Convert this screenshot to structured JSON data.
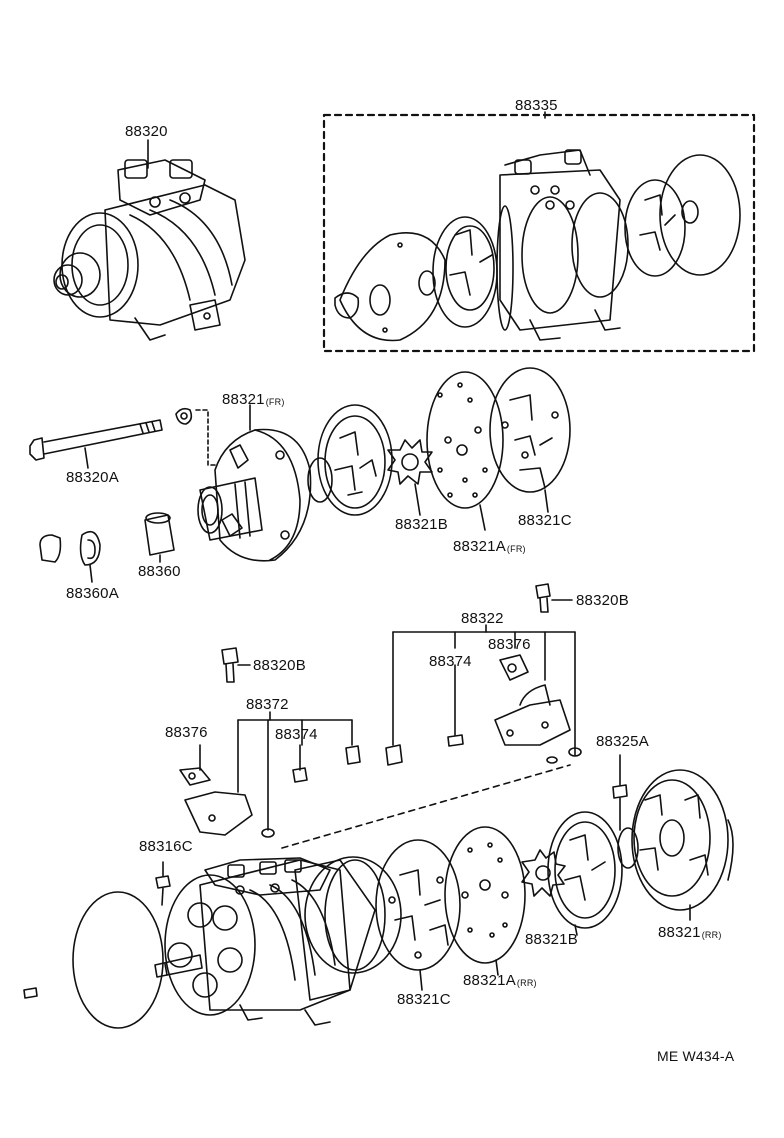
{
  "colors": {
    "ink": "#111111",
    "paper": "#ffffff"
  },
  "labels": {
    "p88335": "88335",
    "p88320": "88320",
    "p88321fr": "88321",
    "p88321fr_sfx": "(FR)",
    "p88320a": "88320A",
    "p88321b_top": "88321B",
    "p88321c_top": "88321C",
    "p88321a_fr": "88321A",
    "p88321a_fr_sfx": "(FR)",
    "p88360": "88360",
    "p88360a": "88360A",
    "p88320b_right": "88320B",
    "p88322": "88322",
    "p88376_right": "88376",
    "p88374_right": "88374",
    "p88320b_left": "88320B",
    "p88372": "88372",
    "p88376_left": "88376",
    "p88374_left": "88374",
    "p88325a": "88325A",
    "p88316c": "88316C",
    "p88321b_bottom": "88321B",
    "p88321rr": "88321",
    "p88321rr_sfx": "(RR)",
    "p88321a_rr": "88321A",
    "p88321a_rr_sfx": "(RR)",
    "p88321c_bottom": "88321C",
    "diagram_code": "ME W434-A"
  }
}
